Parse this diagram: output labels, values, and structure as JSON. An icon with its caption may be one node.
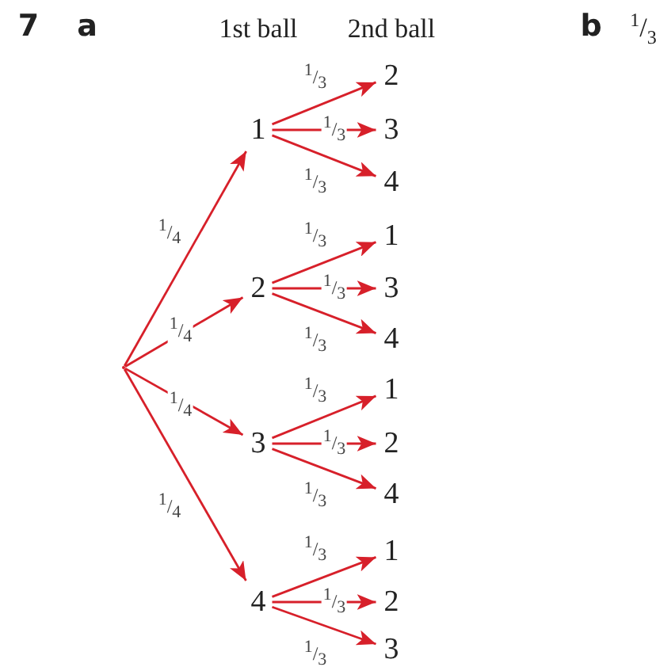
{
  "diagram": {
    "nodes": [
      {
        "text": [],
        "shape": "circle"
      },
      {
        "text": [
          "1"
        ]
      },
      {
        "text": [
          "2"
        ]
      },
      {
        "text": [
          "3"
        ]
      },
      {
        "text": [
          "4"
        ]
      },
      {
        "text": [
          "2"
        ]
      },
      {
        "text": [
          "3"
        ]
      },
      {
        "text": [
          "4"
        ]
      },
      {
        "text": [
          "1"
        ]
      },
      {
        "text": [
          "3"
        ]
      },
      {
        "text": [
          "4"
        ]
      },
      {
        "text": [
          "1"
        ]
      },
      {
        "text": [
          "2"
        ]
      },
      {
        "text": [
          "4"
        ]
      },
      {
        "text": [
          "1"
        ]
      },
      {
        "text": [
          "2"
        ]
      },
      {
        "text": [
          "3"
        ]
      }
    ],
    "edges": [
      {
        "from": 0,
        "to": 1,
        "arrow": "to",
        "label": "$^{1}$/$_{4}$"
      },
      {
        "from": 0,
        "to": 2,
        "arrow": "to",
        "label": "$^{1}$/$_{4}$"
      },
      {
        "from": 0,
        "to": 3,
        "arrow": "to",
        "label": "$^{1}$/$_{4}$"
      },
      {
        "from": 0,
        "to": 4,
        "arrow": "to",
        "label": "$^{1}$/$_{4}$"
      },
      {
        "from": 1,
        "to": 5,
        "arrow": "to",
        "label": "$^{1}$/$_{3}$"
      },
      {
        "from": 1,
        "to": 6,
        "arrow": "to",
        "label": "$^{1}$/$_{3}$"
      },
      {
        "from": 1,
        "to": 7,
        "arrow": "to",
        "label": "$^{1}$/$_{3}$"
      },
      {
        "from": 2,
        "to": 8,
        "arrow": "to",
        "label": "$^{1}$/$_{3}$"
      },
      {
        "from": 2,
        "to": 9,
        "arrow": "to",
        "label": "$^{1}$/$_{3}$"
      },
      {
        "from": 2,
        "to": 10,
        "arrow": "to",
        "label": "$^{1}$/$_{3}$"
      },
      {
        "from": 3,
        "to": 11,
        "arrow": "to",
        "label": "$^{1}$/$_{3}$"
      },
      {
        "from": 3,
        "to": 12,
        "arrow": "to",
        "label": "$^{1}$/$_{3}$"
      },
      {
        "from": 3,
        "to": 13,
        "arrow": "to",
        "label": "$^{1}$/$_{3}$"
      },
      {
        "from": 4,
        "to": 14,
        "arrow": "to",
        "label": "$^{1}$/$_{3}$"
      },
      {
        "from": 4,
        "to": 15,
        "arrow": "to",
        "label": "$^{1}$/$_{3}$"
      },
      {
        "from": 4,
        "to": 16,
        "arrow": "to",
        "label": "$^{1}$/$_{3}$"
      }
    ],
    "labels": [
      "7",
      "a",
      "1st ball",
      "2nd ball",
      "b",
      "$^{1}$/$_{3}$"
    ]
  }
}
